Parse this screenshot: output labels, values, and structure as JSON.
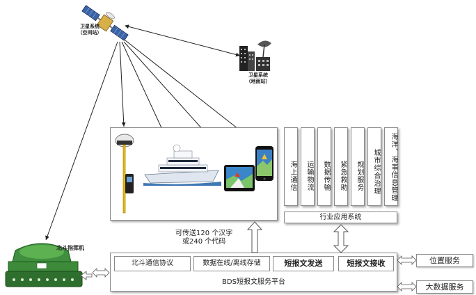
{
  "satellite": {
    "label_line1": "卫星系统",
    "label_line2": "（空间站）"
  },
  "ground_station": {
    "label_line1": "卫星系统",
    "label_line2": "（地面站）"
  },
  "command_unit": {
    "label": "北斗指挥机"
  },
  "industry": {
    "columns": [
      "海上通信",
      "运输物流",
      "数据传输",
      "紧急救助",
      "规划服务",
      "城市综合治理",
      "海洋、海事信息管理"
    ],
    "footer": "行业应用系统"
  },
  "transfer_note": {
    "line1": "可传送120 个汉字",
    "line2": "或240 个代码"
  },
  "platform": {
    "title": "BDS短报文服务平台",
    "cells": [
      "北斗通信协议",
      "数据在线/离线存储",
      "短报文发送",
      "短报文接收"
    ]
  },
  "services": [
    "位置服务",
    "大数据服务"
  ]
}
